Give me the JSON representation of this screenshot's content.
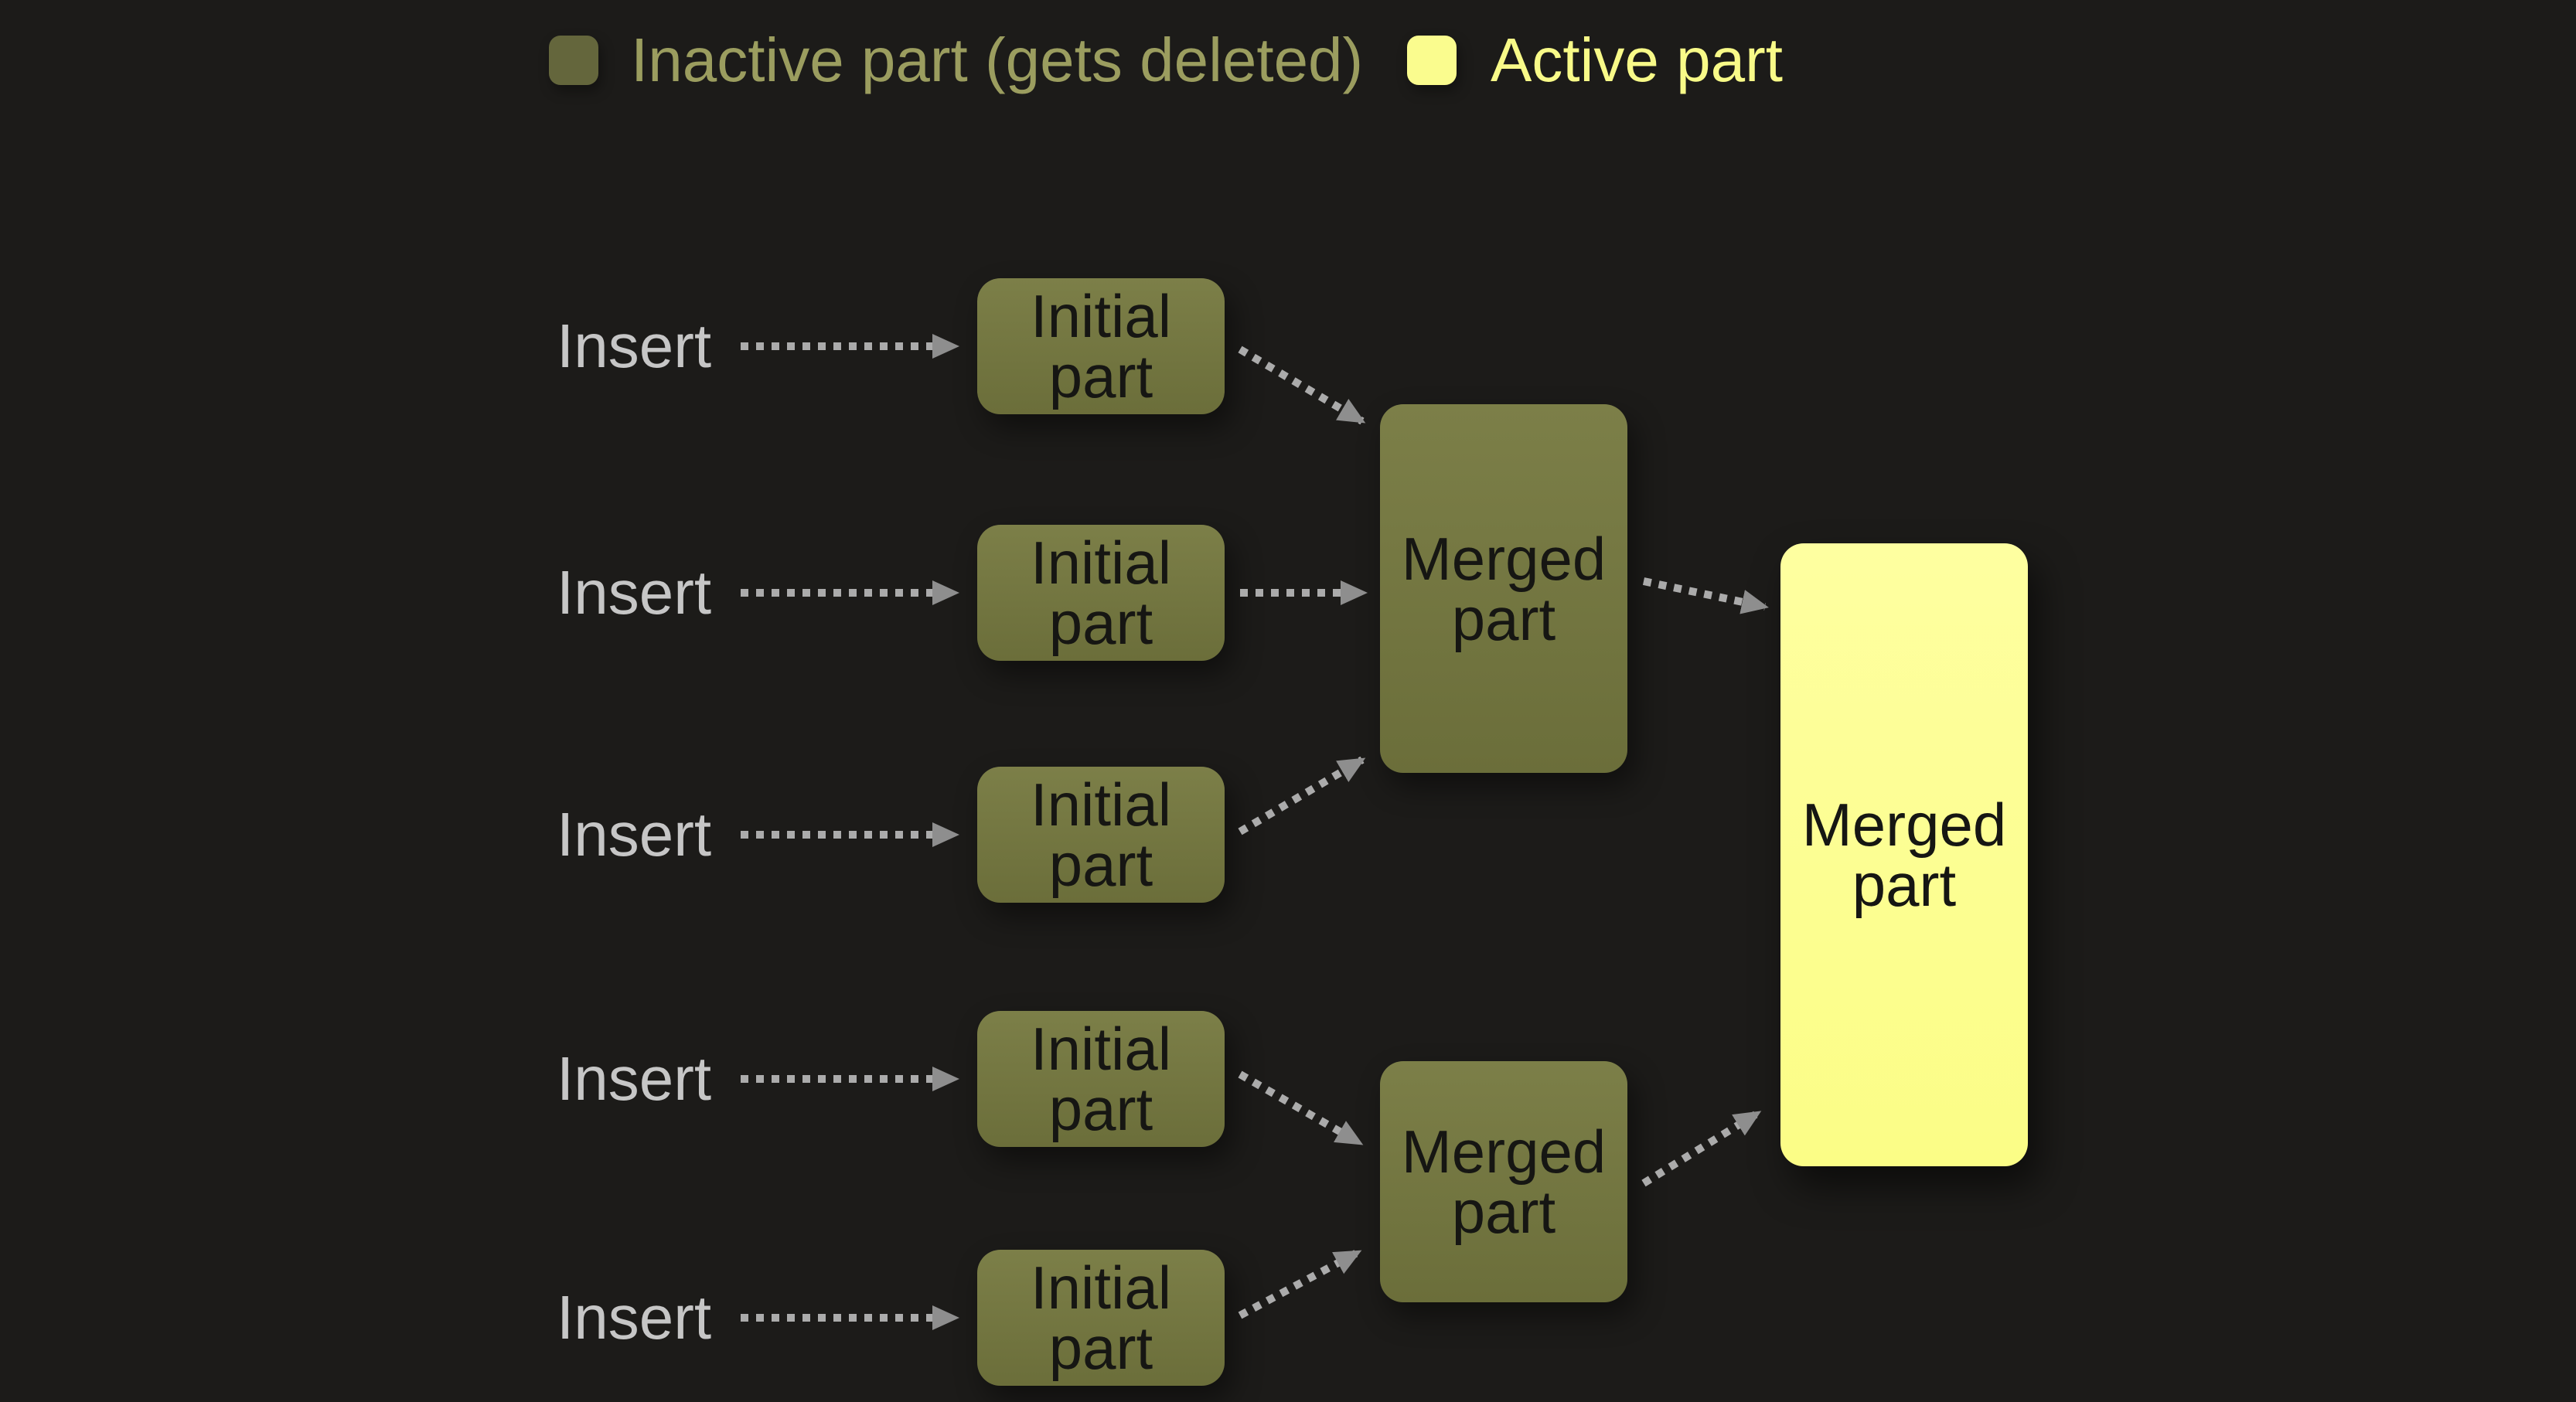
{
  "legend": {
    "inactive_label": "Inactive part (gets deleted)",
    "active_label": "Active part"
  },
  "diagram": {
    "rows": [
      {
        "insert_label": "Insert",
        "box_label": "Initial part"
      },
      {
        "insert_label": "Insert",
        "box_label": "Initial part"
      },
      {
        "insert_label": "Insert",
        "box_label": "Initial part"
      },
      {
        "insert_label": "Insert",
        "box_label": "Initial part"
      },
      {
        "insert_label": "Insert",
        "box_label": "Initial part"
      }
    ],
    "merged": [
      {
        "label": "Merged part"
      },
      {
        "label": "Merged part"
      }
    ],
    "final": {
      "label": "Merged part"
    }
  },
  "colors": {
    "background": "#1c1b19",
    "inactive_fill_light": "#7c7f48",
    "inactive_fill_dark": "#6b6e3a",
    "inactive_swatch": "#64663c",
    "inactive_text": "#9b9d5f",
    "active_fill_light": "#feffa0",
    "active_fill_dark": "#fbfd86",
    "active_swatch": "#fafc8e",
    "active_text": "#f8fa88",
    "insert_text": "#c6c6c6",
    "node_text": "#161613",
    "arrow_line": "#ababab",
    "arrow_head": "#8e8e8e"
  }
}
